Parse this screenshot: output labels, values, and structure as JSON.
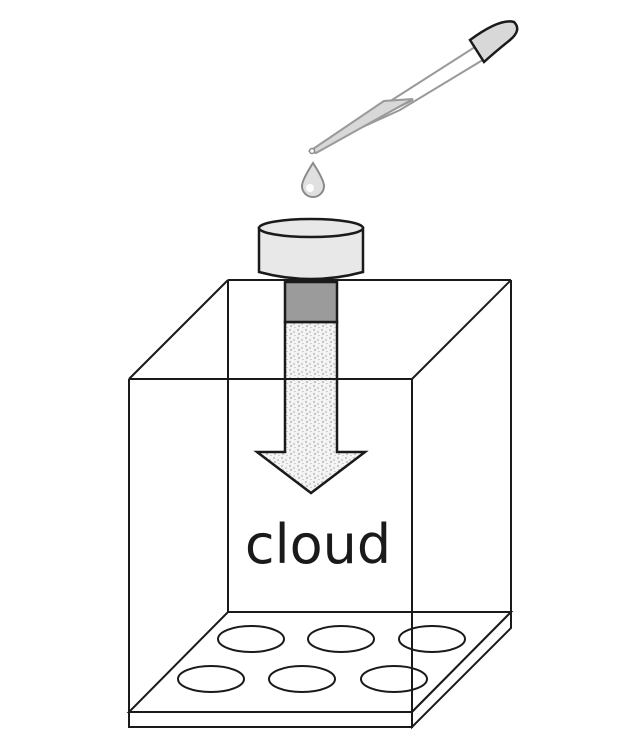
{
  "diagram": {
    "label": "cloud",
    "colors": {
      "stroke": "#1a1a1a",
      "pipette": "#9a9a9a",
      "cap": "#e8e8e8",
      "column_dark": "#9b9b9b",
      "speckle": "#c8c8c8"
    },
    "wells": {
      "rows": 2,
      "columns": 3
    }
  }
}
